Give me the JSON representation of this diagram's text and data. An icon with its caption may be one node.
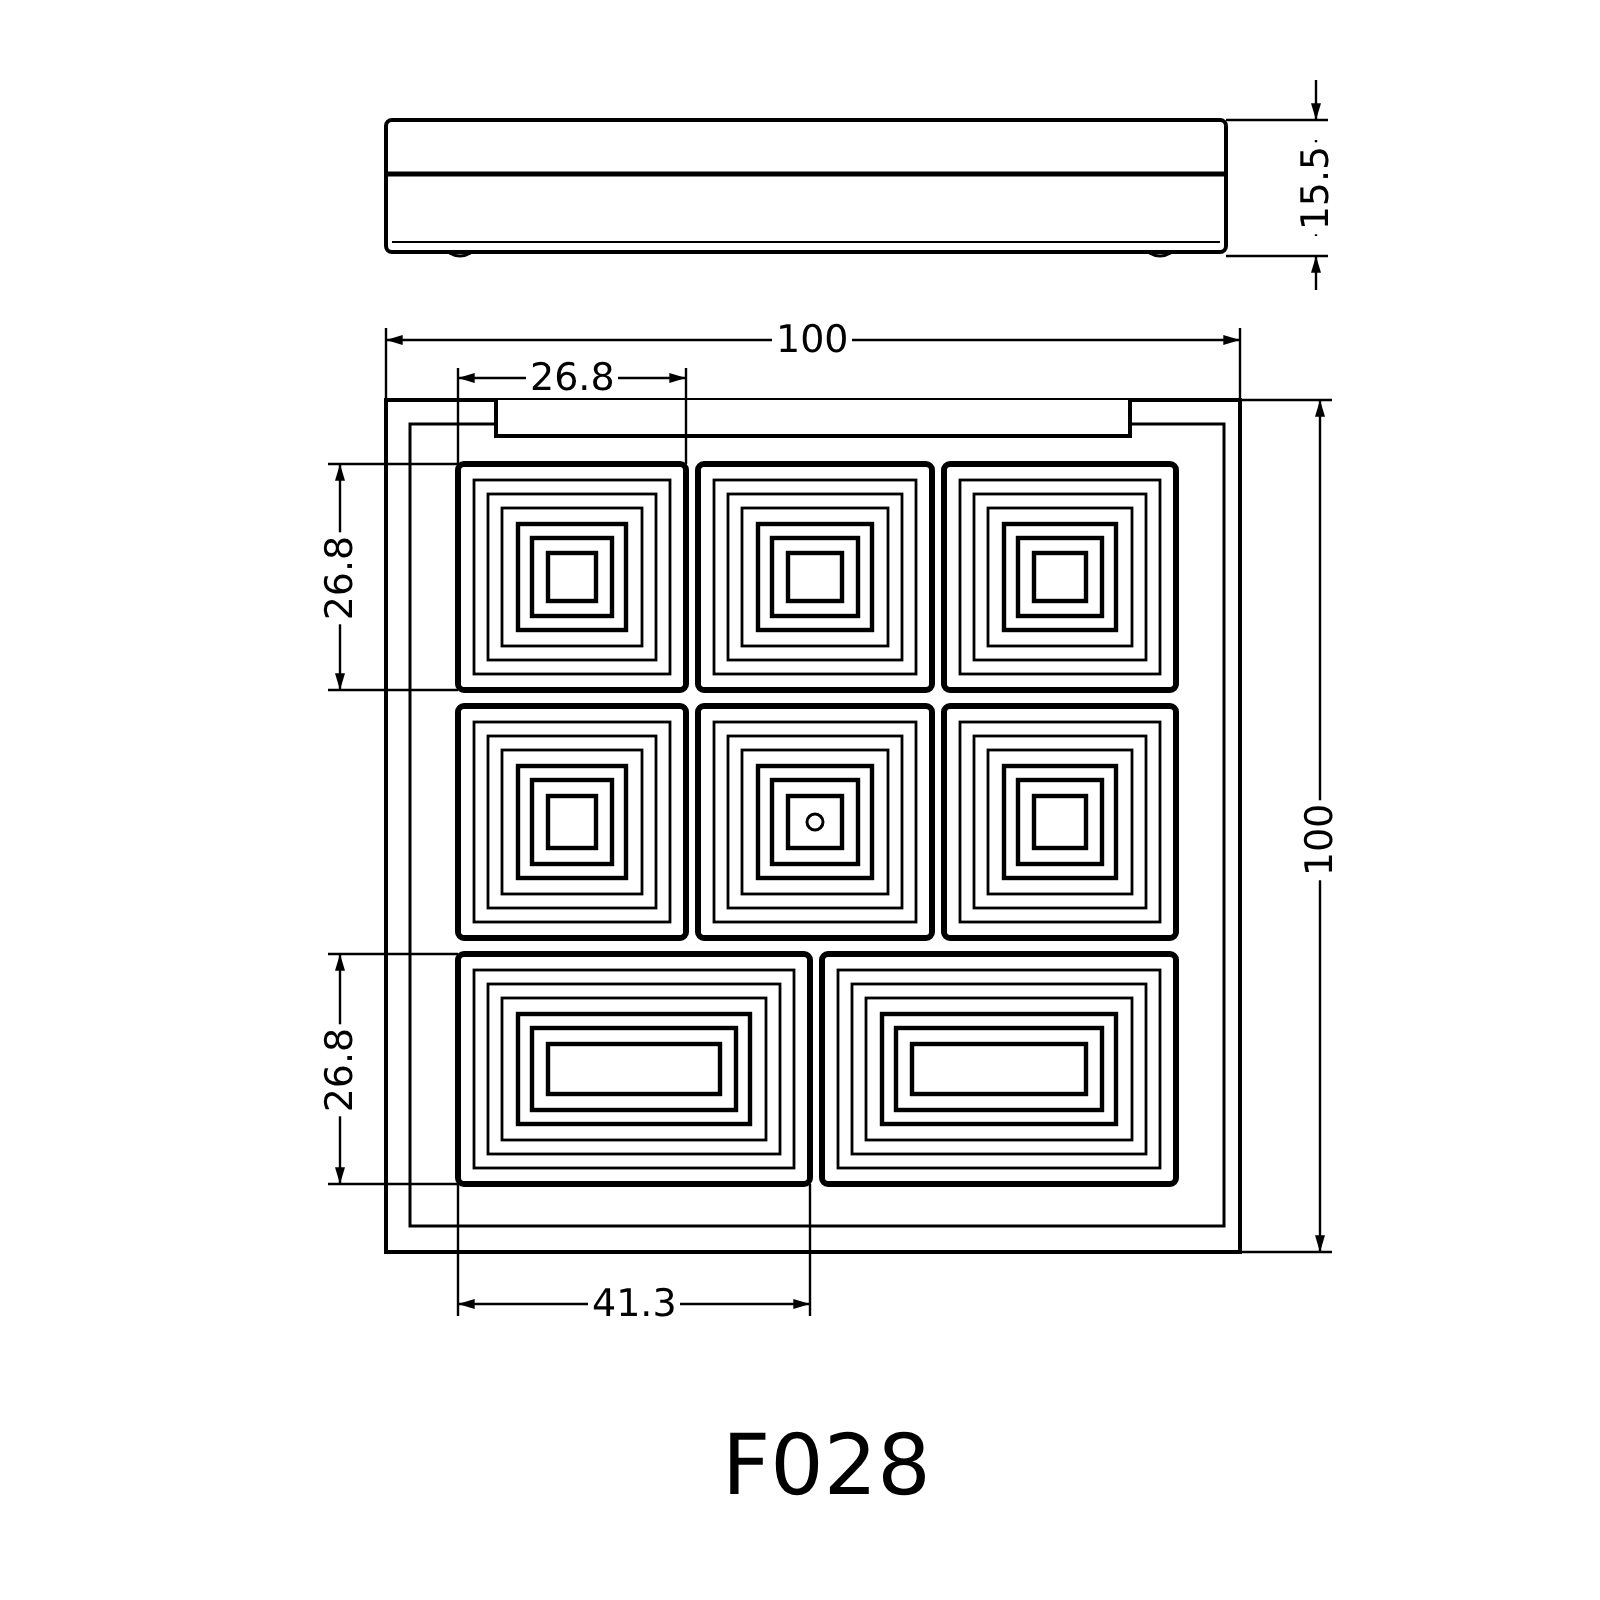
{
  "diagram": {
    "title": "F028",
    "labels": [
      "15.5",
      "100",
      "26.8",
      "26.8",
      "100",
      "26.8",
      "41.3"
    ]
  }
}
